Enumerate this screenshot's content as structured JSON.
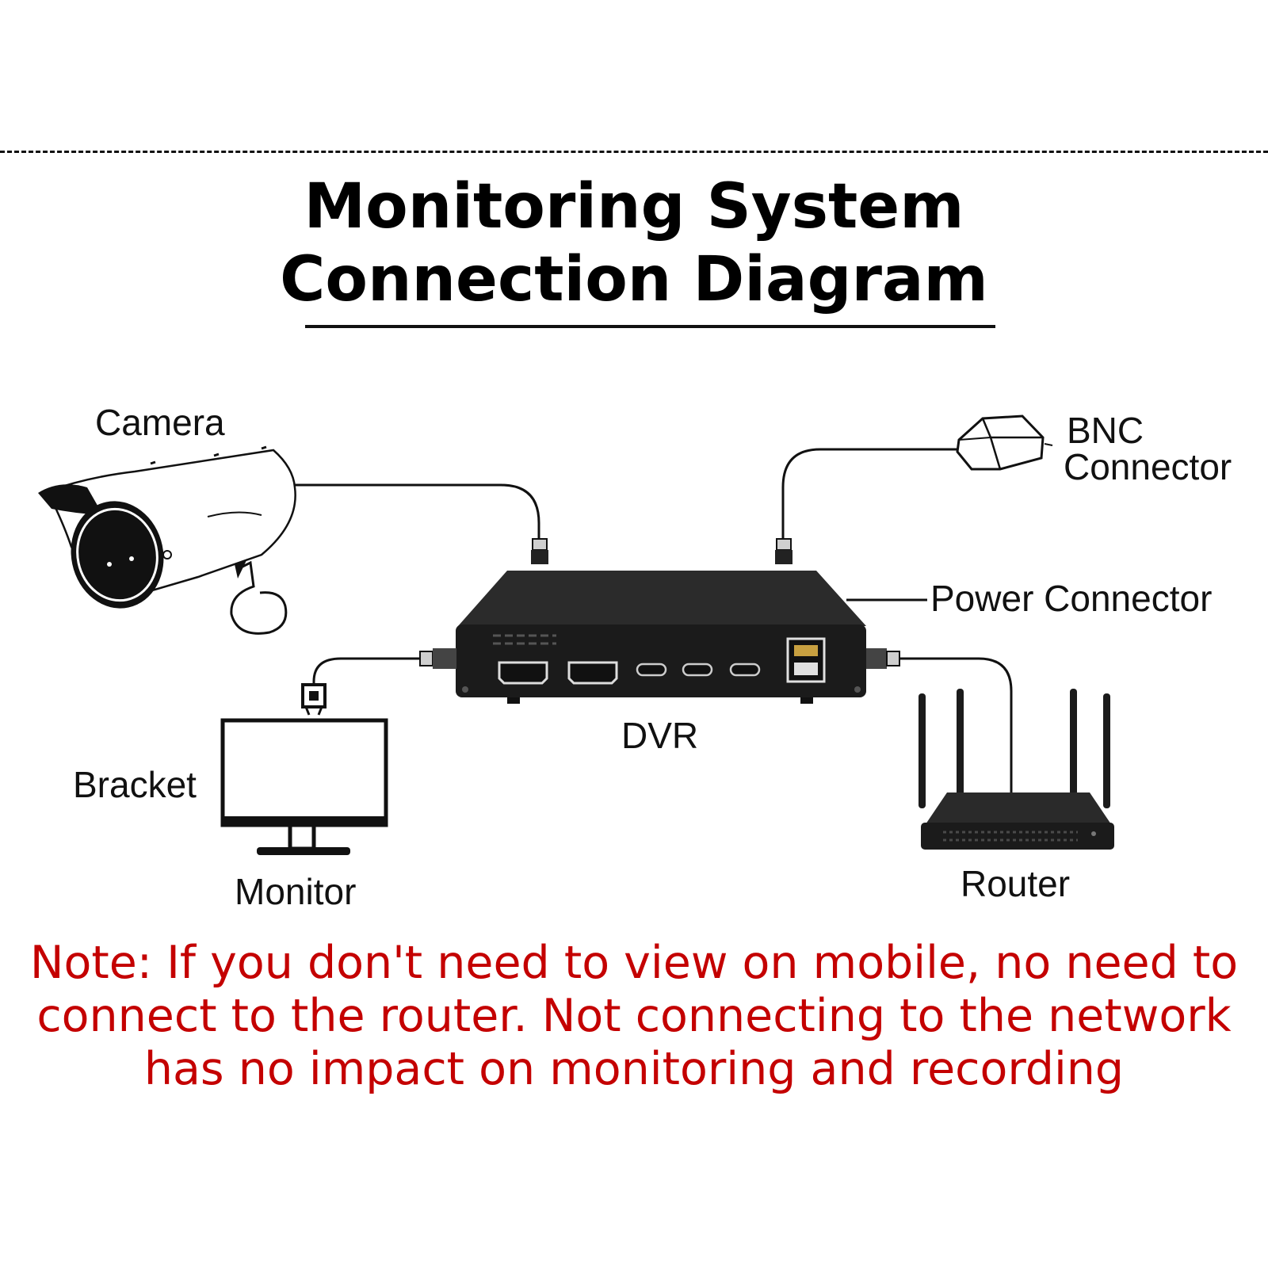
{
  "title": {
    "line1": "Monitoring System",
    "line2": "Connection Diagram"
  },
  "labels": {
    "camera": "Camera",
    "bnc_line1": "BNC",
    "bnc_line2": "Connector",
    "power": "Power Connector",
    "dvr": "DVR",
    "bracket": "Bracket",
    "monitor": "Monitor",
    "router": "Router"
  },
  "note": "Note: If you don't need to view on mobile, no need to connect to the router. Not connecting to the network has no impact on monitoring and recording",
  "colors": {
    "note_text": "#c40000",
    "device_body": "#1b1b1b",
    "cable": "#111111"
  },
  "icons": [
    "camera-icon",
    "bnc-connector-icon",
    "dvr-icon",
    "monitor-icon",
    "bracket-icon",
    "router-icon"
  ]
}
